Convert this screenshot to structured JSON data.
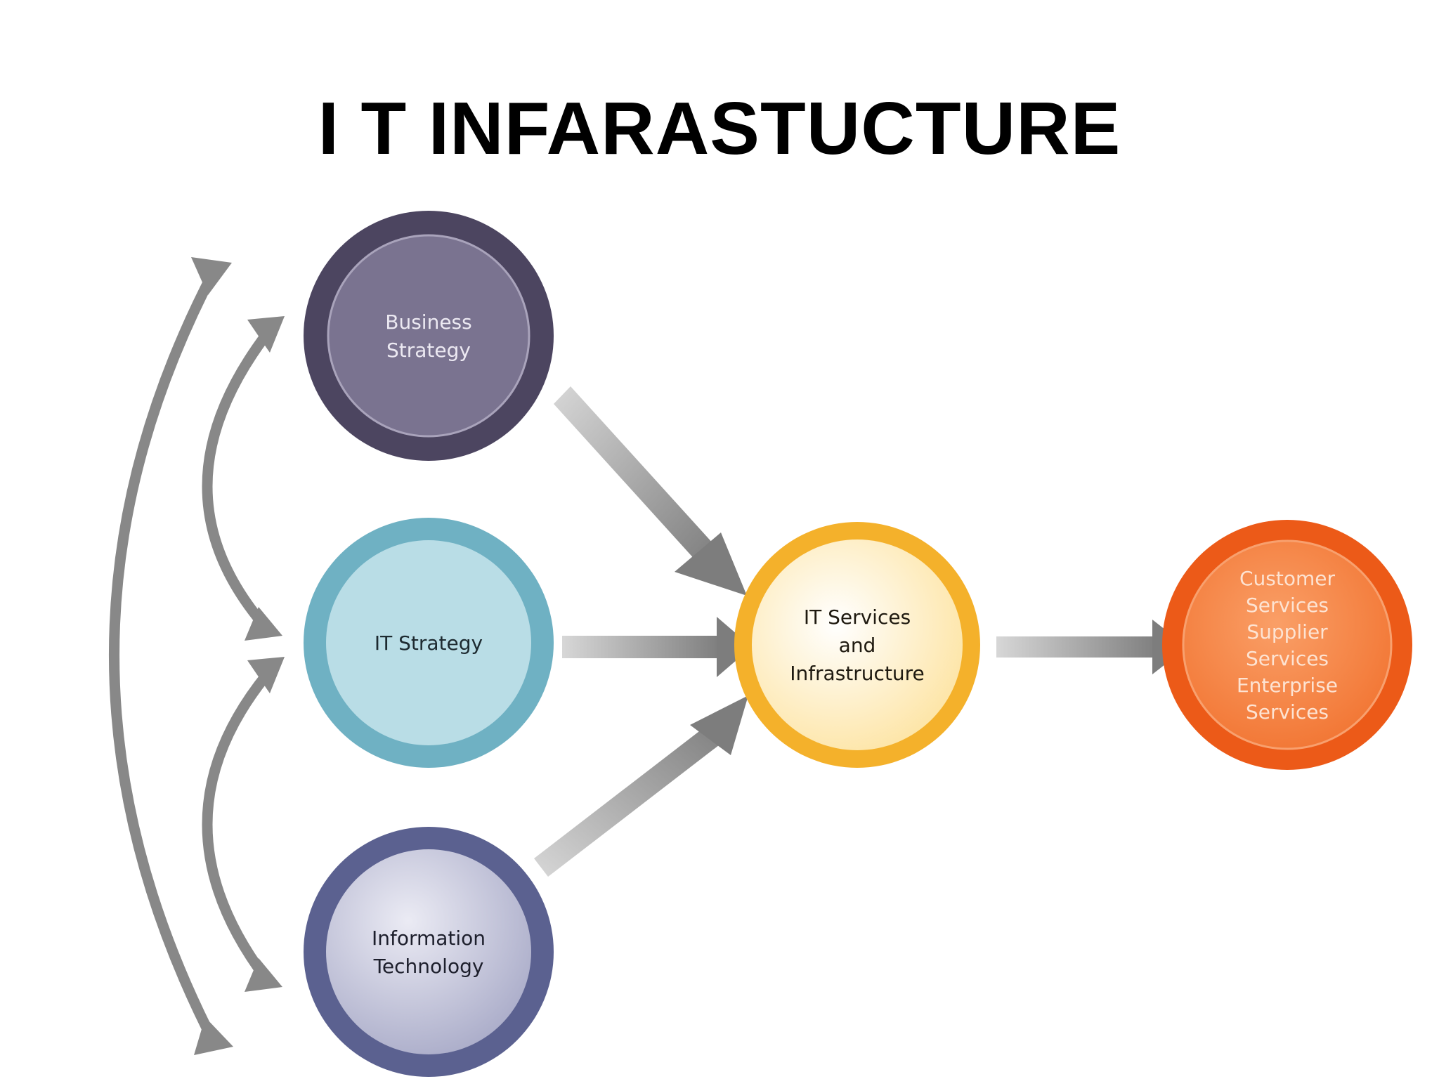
{
  "title": "I T INFARASTUCTURE",
  "nodes": {
    "business_strategy": {
      "lines": [
        "Business",
        "Strategy"
      ],
      "ring_color": "#4c4560",
      "fill_color": "#7a7390",
      "text_color": "#ece9f2"
    },
    "it_strategy": {
      "lines": [
        "IT Strategy"
      ],
      "ring_color": "#6fb1c3",
      "fill_color": "#b9dde6",
      "text_color": "#1d2a30"
    },
    "information_technology": {
      "lines": [
        "Information",
        "Technology"
      ],
      "ring_color": "#5b6190",
      "fill_color": "#c2c3d9",
      "text_color": "#1d1f2c"
    },
    "it_services": {
      "lines": [
        "IT Services",
        "and",
        "Infrastructure"
      ],
      "ring_color": "#f4b12b",
      "fill_color": "#fff1c8",
      "text_color": "#1f1a10"
    },
    "outcomes": {
      "lines": [
        "Customer",
        "Services",
        "Supplier",
        "Services",
        "Enterprise",
        "Services"
      ],
      "ring_color": "#ec5a18",
      "fill_color": "#f79257",
      "text_color": "#fde3d2"
    }
  },
  "colors": {
    "arrow": "#8a8a8a",
    "arrow_light": "#d9d9d9"
  }
}
